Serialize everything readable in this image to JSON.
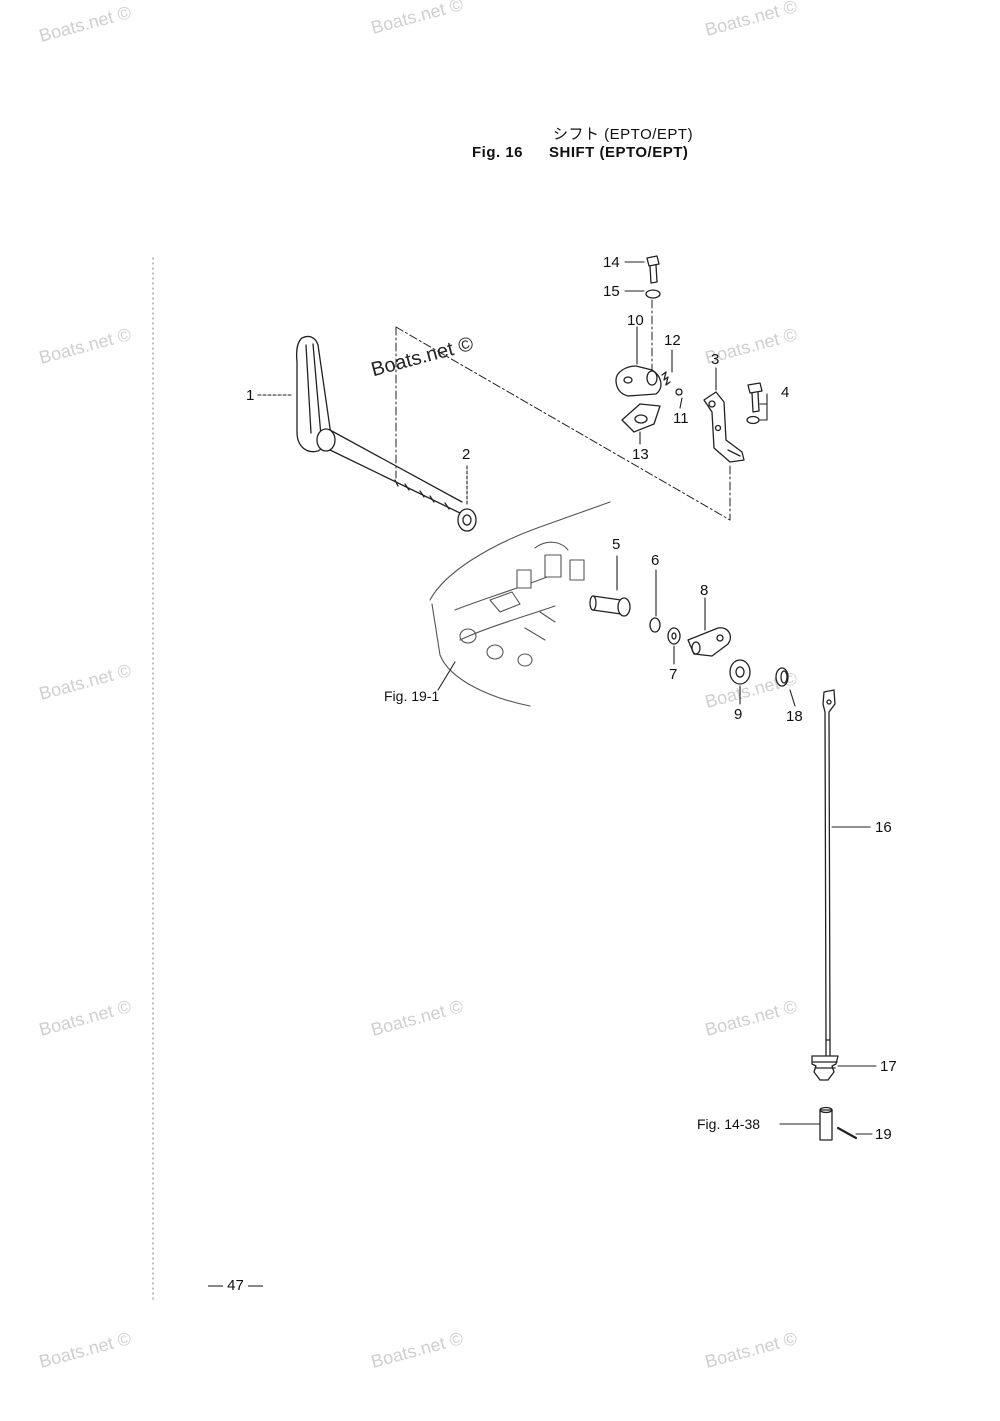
{
  "title": {
    "jp": "シフト (EPTO/EPT)",
    "fig_number": "Fig. 16",
    "name": "SHIFT (EPTO/EPT)"
  },
  "callouts": [
    "1",
    "2",
    "3",
    "4",
    "5",
    "6",
    "7",
    "8",
    "9",
    "10",
    "11",
    "12",
    "13",
    "14",
    "15",
    "16",
    "17",
    "18",
    "19"
  ],
  "references": {
    "fig_19_1": "Fig. 19-1",
    "fig_14_38": "Fig. 14-38"
  },
  "page_number": "— 47 —",
  "watermark": "Boats.net ©"
}
